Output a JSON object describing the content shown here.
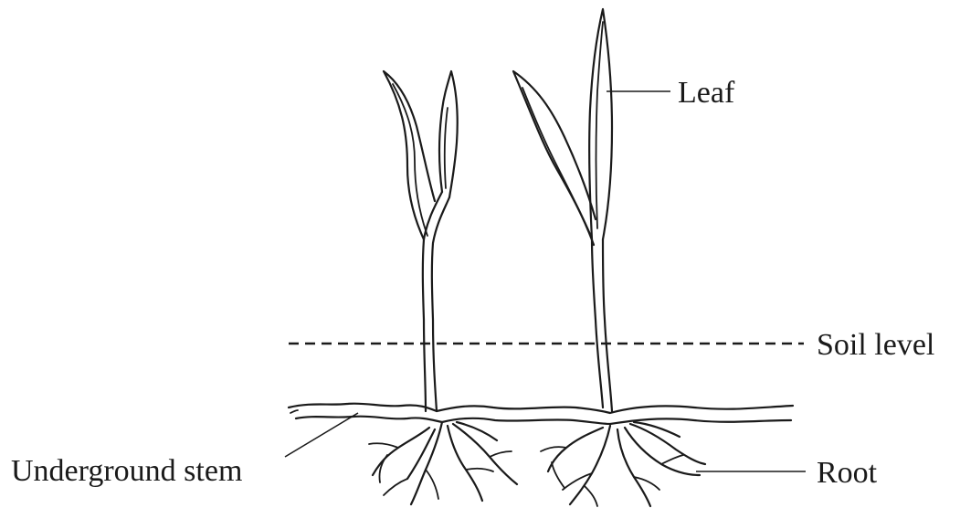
{
  "labels": {
    "leaf": "Leaf",
    "soil_level": "Soil level",
    "underground_stem": "Underground stem",
    "root": "Root"
  }
}
